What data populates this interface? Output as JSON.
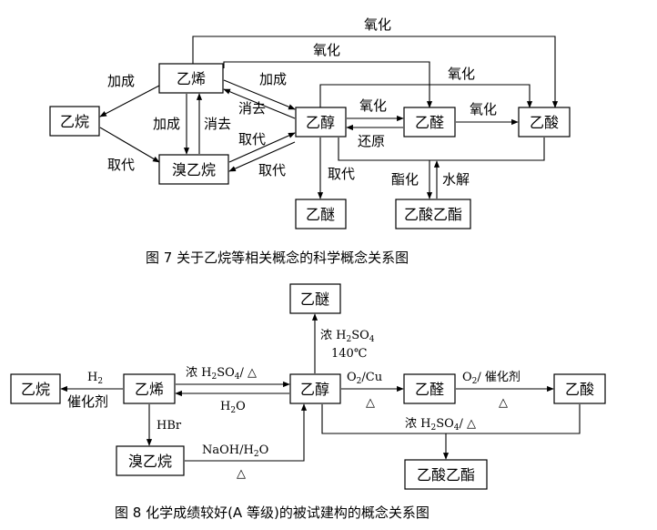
{
  "nodes": {
    "ethylene": "乙烯",
    "ethane": "乙烷",
    "bromoethane": "溴乙烷",
    "ethanol": "乙醇",
    "acetaldehyde": "乙醛",
    "acetic_acid": "乙酸",
    "ether": "乙醚",
    "ethyl_acetate": "乙酸乙酯"
  },
  "fig7": {
    "caption": "图 7   关于乙烷等相关概念的科学概念关系图",
    "labels": {
      "oxidation": "氧化",
      "addition": "加成",
      "elimination": "消去",
      "substitution": "取代",
      "reduction": "还原",
      "esterification": "酯化",
      "hydrolysis": "水解"
    }
  },
  "fig8": {
    "caption": "图 8   化学成绩较好(A 等级)的被试建构的概念关系图",
    "labels": {
      "h2": "H",
      "h2_sub": "2",
      "catalyst": "催化剂",
      "conc": "浓 H",
      "h2so4_sub2": "2",
      "so": "SO",
      "so4_sub4": "4",
      "slash_heat": "/ △",
      "h2o_h": "H",
      "h2o_sub": "2",
      "h2o_o": "O",
      "temp": "140℃",
      "hbr": "HBr",
      "naoh": "NaOH/H",
      "naoh_sub": "2",
      "naoh_o": "O",
      "heat": "△",
      "o2": "O",
      "o2_sub": "2",
      "cu": "/Cu",
      "o2_cat": "/ 催化剂"
    }
  }
}
